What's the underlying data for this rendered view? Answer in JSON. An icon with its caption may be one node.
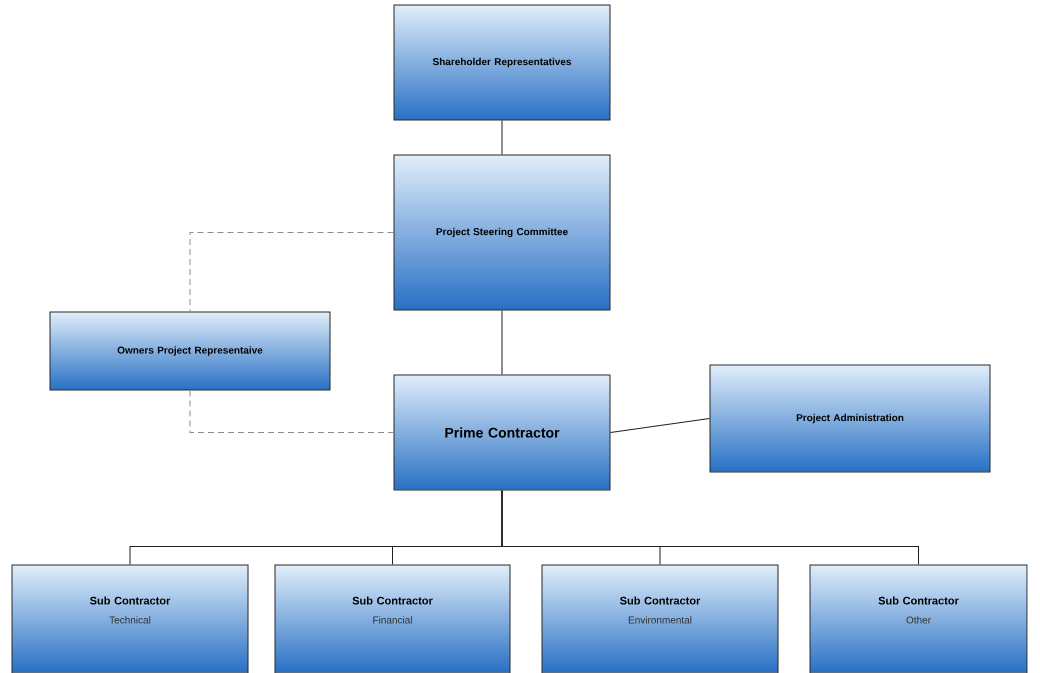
{
  "diagram": {
    "nodes": [
      {
        "text": [
          "Shareholder Representatives"
        ]
      },
      {
        "text": [
          "Project Steering Committee"
        ]
      },
      {
        "text": [
          "Owners Project Representaive"
        ]
      },
      {
        "text": [
          "Prime Contractor"
        ]
      },
      {
        "text": [
          "Project Administration"
        ]
      },
      {
        "text": [
          "Sub Contractor",
          "Technical"
        ]
      },
      {
        "text": [
          "Sub Contractor",
          "Financial"
        ]
      },
      {
        "text": [
          "Sub Contractor",
          "Environmental"
        ]
      },
      {
        "text": [
          "Sub Contractor",
          "Other"
        ]
      }
    ],
    "edges": [
      {
        "from": 0,
        "to": 1,
        "arrow": "none"
      },
      {
        "from": 1,
        "to": 2,
        "arrow": "none",
        "style": "dashed",
        "color": "#8c8c8c"
      },
      {
        "from": 1,
        "to": 3,
        "arrow": "none"
      },
      {
        "from": 2,
        "to": 3,
        "arrow": "none",
        "style": "dashed",
        "color": "#8c8c8c"
      },
      {
        "from": 3,
        "to": 4,
        "arrow": "none"
      },
      {
        "from": 3,
        "to": 5,
        "arrow": "none"
      },
      {
        "from": 3,
        "to": 6,
        "arrow": "none"
      },
      {
        "from": 3,
        "to": 7,
        "arrow": "none"
      },
      {
        "from": 3,
        "to": 8,
        "arrow": "none"
      }
    ]
  }
}
